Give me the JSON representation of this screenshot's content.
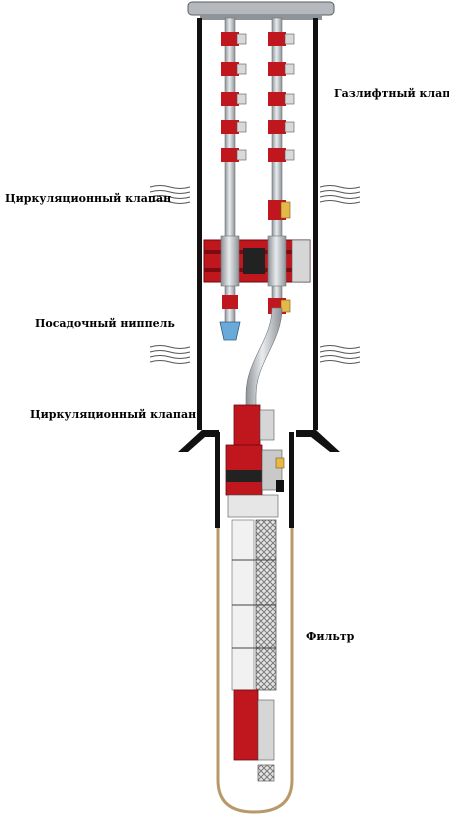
{
  "labels": {
    "gaslift_valve": "Газлифтный клапан",
    "circulation_valve_top": "Циркуляционный клапан",
    "seating_nipple": "Посадочный ниппель",
    "circulation_valve_bottom": "Циркуляционный клапан",
    "filter": "Фильтр"
  },
  "colors": {
    "tubing_steel": "#b8bcc0",
    "valve_red": "#c0161d",
    "casing_black": "#111111",
    "open_hole_tan": "#b89a6a",
    "screen_mesh": "#9a9a9a",
    "wellhead_grey": "#9ea3a7"
  }
}
